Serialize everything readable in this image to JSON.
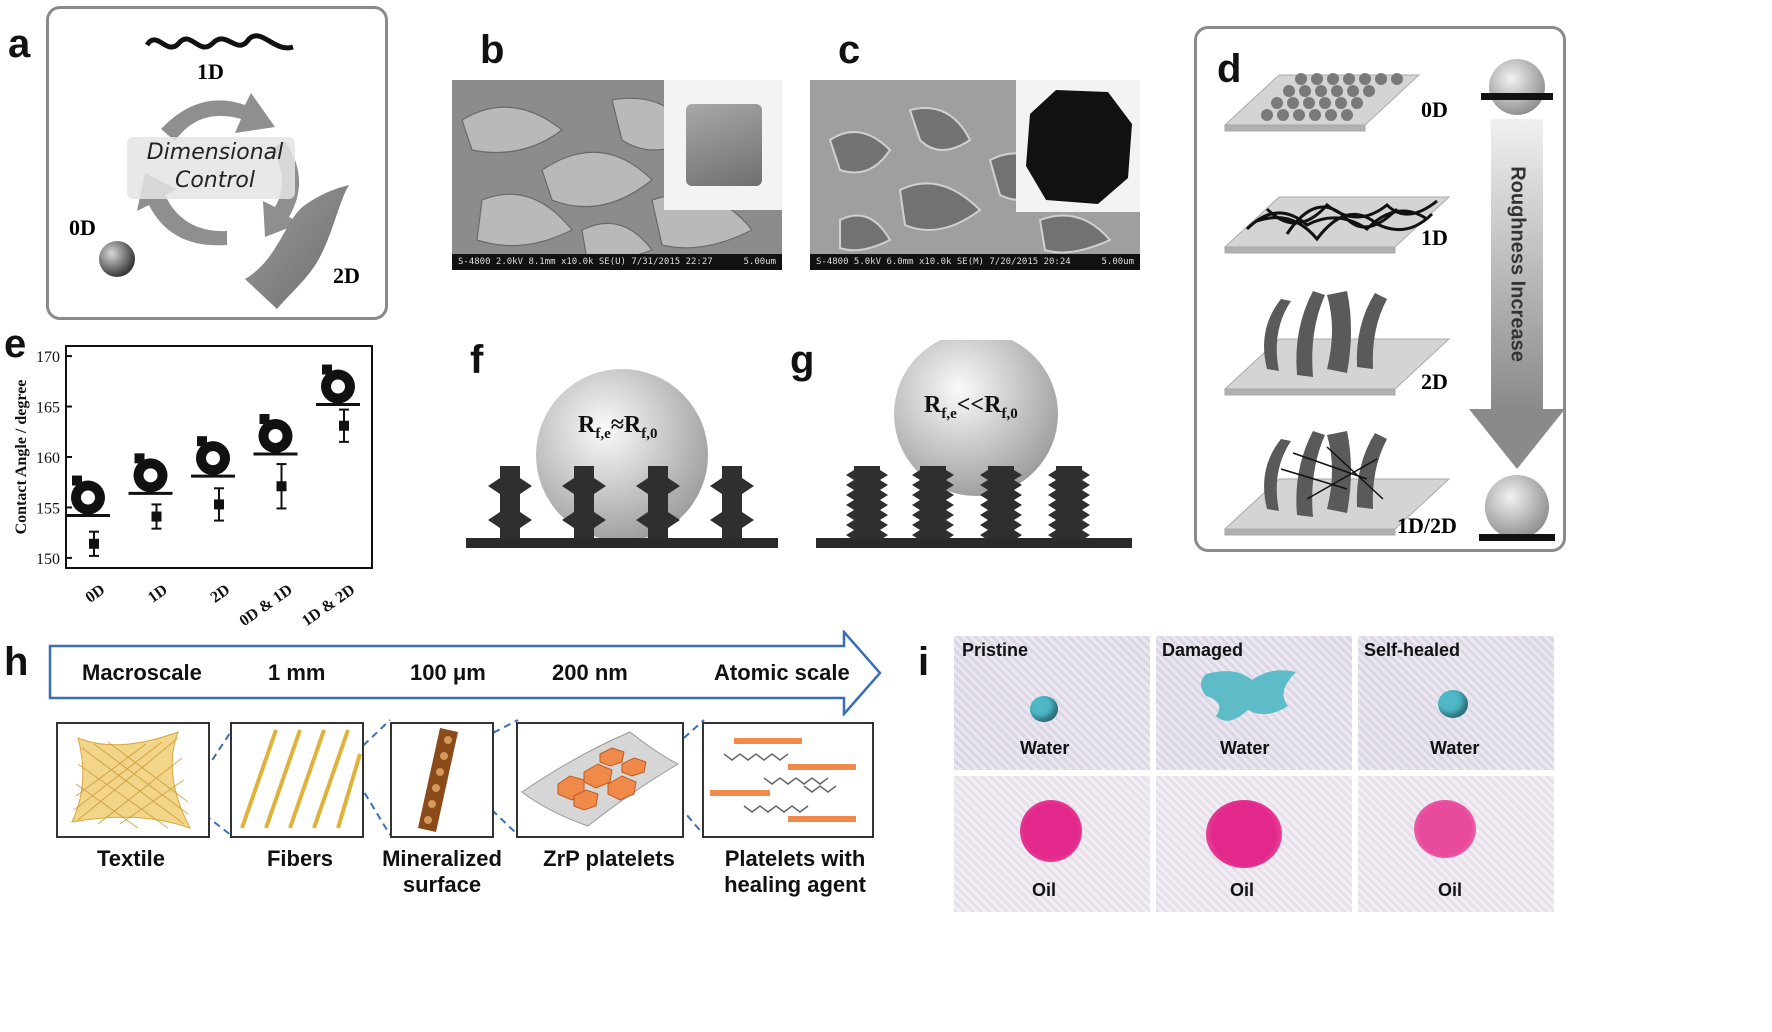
{
  "panel_a": {
    "label": "a",
    "center_text_line1": "Dimensional",
    "center_text_line2": "Control",
    "labels": {
      "d1": "1D",
      "d0": "0D",
      "d2": "2D"
    }
  },
  "panel_b": {
    "label": "b",
    "sem_info": "S-4800 2.0kV 8.1mm x10.0k SE(U) 7/31/2015 22:27",
    "scale": "5.00um"
  },
  "panel_c": {
    "label": "c",
    "sem_info": "S-4800 5.0kV 6.0mm x10.0k SE(M) 7/20/2015 20:24",
    "scale": "5.00um"
  },
  "panel_d": {
    "label": "d",
    "levels": [
      "0D",
      "1D",
      "2D",
      "1D/2D"
    ],
    "arrow_text": "Roughness Increase"
  },
  "panel_e": {
    "label": "e",
    "chart_data": {
      "type": "scatter",
      "ylabel": "Contact Angle / degree",
      "xlabel": "",
      "categories": [
        "0D",
        "1D",
        "2D",
        "0D & 1D",
        "1D & 2D"
      ],
      "ylim": [
        149,
        171
      ],
      "yticks": [
        150,
        155,
        160,
        165,
        170
      ],
      "series": [
        {
          "values": [
            151.4,
            154.1,
            155.3,
            157.1,
            163.1
          ],
          "errors": [
            1.2,
            1.2,
            1.6,
            2.2,
            1.6
          ]
        }
      ],
      "droplet_levels": [
        154.2,
        156.4,
        158.1,
        160.3,
        165.2
      ]
    }
  },
  "panel_f": {
    "label": "f",
    "formula_main": "R",
    "sub1": "f,e",
    "op": "≈",
    "sub2": "f,0"
  },
  "panel_g": {
    "label": "g",
    "formula_main": "R",
    "sub1": "f,e",
    "op": "<<",
    "sub2": "f,0"
  },
  "panel_h": {
    "label": "h",
    "scales": [
      "Macroscale",
      "1 mm",
      "100 μm",
      "200 nm",
      "Atomic scale"
    ],
    "captions": [
      {
        "line1": "Textile",
        "line2": ""
      },
      {
        "line1": "Fibers",
        "line2": ""
      },
      {
        "line1": "Mineralized",
        "line2": "surface"
      },
      {
        "line1": "ZrP platelets",
        "line2": ""
      },
      {
        "line1": "Platelets with",
        "line2": "healing agent"
      }
    ]
  },
  "panel_i": {
    "label": "i",
    "columns": [
      "Pristine",
      "Damaged",
      "Self-healed"
    ],
    "row_labels": [
      "Water",
      "Oil"
    ],
    "colors": {
      "water": "#4fb8c6",
      "oil": "#e2288a"
    }
  }
}
